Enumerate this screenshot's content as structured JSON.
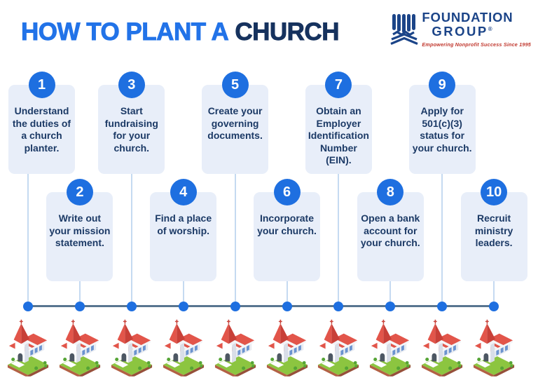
{
  "header": {
    "title_primary": "HOW TO PLANT A",
    "title_secondary": "CHURCH"
  },
  "logo": {
    "name_line1": "FOUNDATION",
    "name_line2": "GROUP",
    "registered_mark": "®",
    "tagline": "Empowering Nonprofit Success Since 1995"
  },
  "steps": [
    {
      "number": "1",
      "text": "Understand the duties of a church planter."
    },
    {
      "number": "2",
      "text": "Write out your mission statement."
    },
    {
      "number": "3",
      "text": "Start fundraising for your church."
    },
    {
      "number": "4",
      "text": "Find a place of worship."
    },
    {
      "number": "5",
      "text": "Create your governing documents."
    },
    {
      "number": "6",
      "text": "Incorporate your church."
    },
    {
      "number": "7",
      "text": "Obtain an Employer Identification Number (EIN)."
    },
    {
      "number": "8",
      "text": "Open a bank account for your church."
    },
    {
      "number": "9",
      "text": "Apply for 501(c)(3) status for your church."
    },
    {
      "number": "10",
      "text": "Recruit ministry leaders."
    }
  ],
  "colors": {
    "title_blue": "#2273E8",
    "title_navy": "#16325E",
    "step_blue": "#1E6FE0",
    "card_bg": "#E8EEF9",
    "card_text": "#1C3A66",
    "timeline_line": "#587590",
    "connector_blue": "#C5DAF1",
    "logo_navy": "#1B4488",
    "tagline_red": "#C0362C",
    "background": "#FFFFFF"
  }
}
